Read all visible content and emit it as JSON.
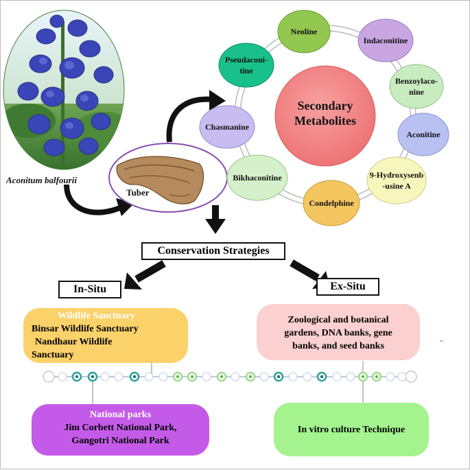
{
  "plant": {
    "name": "Aconitum balfourii",
    "tuber_label": "Tuber"
  },
  "metabolites": {
    "center": [
      "Secondary",
      "Metabolites"
    ],
    "items": [
      {
        "label": [
          "Neoline"
        ],
        "color": "#92c750"
      },
      {
        "label": [
          "Indaconitine"
        ],
        "color": "#c9a6e2"
      },
      {
        "label": [
          "Benzoylaco-",
          "nine"
        ],
        "color": "#c8ebc0"
      },
      {
        "label": [
          "Aconitine"
        ],
        "color": "#b9c1f2"
      },
      {
        "label": [
          "9-Hydroxysenb",
          "-usine A"
        ],
        "color": "#f7f7bd"
      },
      {
        "label": [
          "Condelphine"
        ],
        "color": "#f4c660"
      },
      {
        "label": [
          "Bikhaconitine"
        ],
        "color": "#d5f0cb"
      },
      {
        "label": [
          "Chasmanine"
        ],
        "color": "#c8bdf0"
      },
      {
        "label": [
          "Pseudaconi-",
          "tine"
        ],
        "color": "#19c08a"
      }
    ]
  },
  "strategies": {
    "title": "Conservation Strategies",
    "in_situ": {
      "label": "In-Situ",
      "wildlife": {
        "heading": "Wildlife Sanctuary",
        "lines": [
          "Binsar Wildlife Sanctuary",
          "Nandhaur Wildlife",
          "Sanctuary"
        ]
      },
      "parks": {
        "heading": "National parks",
        "lines": [
          "Jim Corbett National Park,",
          "Gangotri National Park"
        ]
      }
    },
    "ex_situ": {
      "label": "Ex-Situ",
      "gardens": {
        "lines": [
          "Zoological and botanical",
          "gardens, DNA banks, gene",
          "banks, and seed banks"
        ]
      },
      "invitro": {
        "lines": [
          "In vitro culture Technique"
        ]
      }
    }
  },
  "colors": {
    "wildlife_card": "#fbd26a",
    "parks_card": "#c45be8",
    "gardens_card": "#fbd0d0",
    "invitro_card": "#a4f38f",
    "center_circle": "#f0787a"
  }
}
